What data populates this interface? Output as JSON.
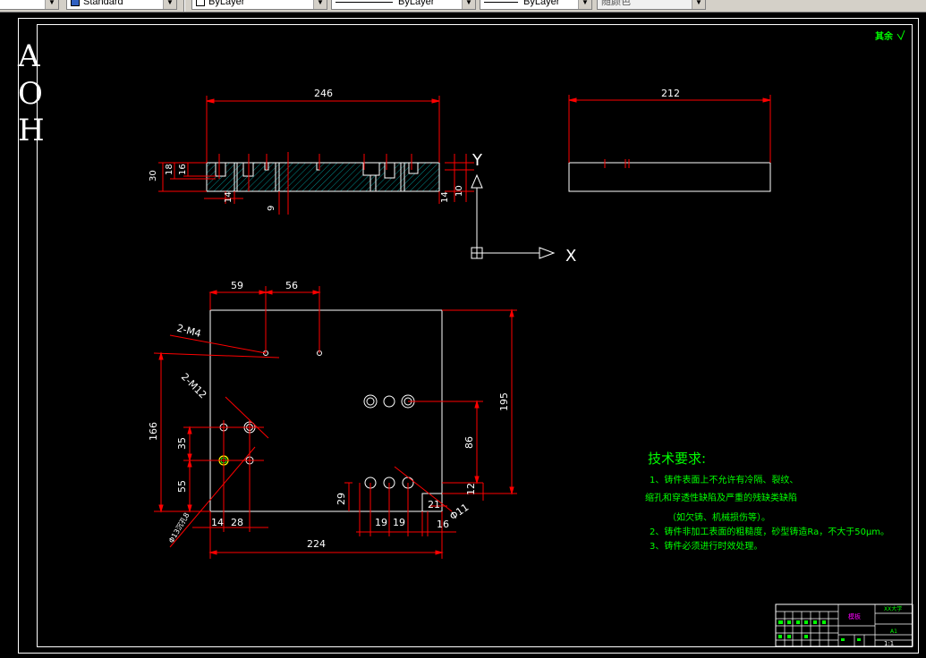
{
  "toolbar": {
    "text_style": "Standard",
    "layer": "ByLayer",
    "linetype": "ByLayer",
    "lineweight": "ByLayer",
    "plot_color": "随颜色"
  },
  "view_cube": {
    "letters": [
      "A",
      "O",
      "H"
    ]
  },
  "corner_note": "其余",
  "dims_front": {
    "length": "246",
    "h_total": "30",
    "h_18": "18",
    "h_16": "16",
    "left_14": "14",
    "right_14": "14",
    "right_10": "10",
    "mid_9": "9"
  },
  "dims_side": {
    "length": "212"
  },
  "axes": {
    "x": "X",
    "y": "Y"
  },
  "dims_top": {
    "d59": "59",
    "d56": "56",
    "d195": "195",
    "d166": "166",
    "d86": "86",
    "d35": "35",
    "d55": "55",
    "d12": "12",
    "d29": "29",
    "d21": "21",
    "d14": "14",
    "d28": "28",
    "d19a": "19",
    "d19b": "19",
    "d16": "16",
    "d224": "224",
    "m4": "2-M4",
    "m12": "2-M12",
    "phi11": "Φ11",
    "phi_hole": "Φ13沉孔8"
  },
  "tech_req": {
    "title": "技术要求:",
    "line1": "1、铸件表面上不允许有冷隔、裂纹、",
    "line2": "缩孔和穿透性缺陷及严重的残缺类缺陷",
    "line3": "（如欠铸、机械损伤等）。",
    "line4": "2、铸件非加工表面的粗糙度，砂型铸造Ra，不大于50μm。",
    "line5": "3、铸件必须进行时效处理。"
  },
  "title_block": {
    "part_name": "模板",
    "school": "XX大学",
    "sheet": "A1",
    "scale": "1:1"
  },
  "colors": {
    "dim": "#ff0000",
    "outline": "#ffffff",
    "hatch": "#00c8c8",
    "text": "#00ff00",
    "accent": "#ff00ff"
  }
}
